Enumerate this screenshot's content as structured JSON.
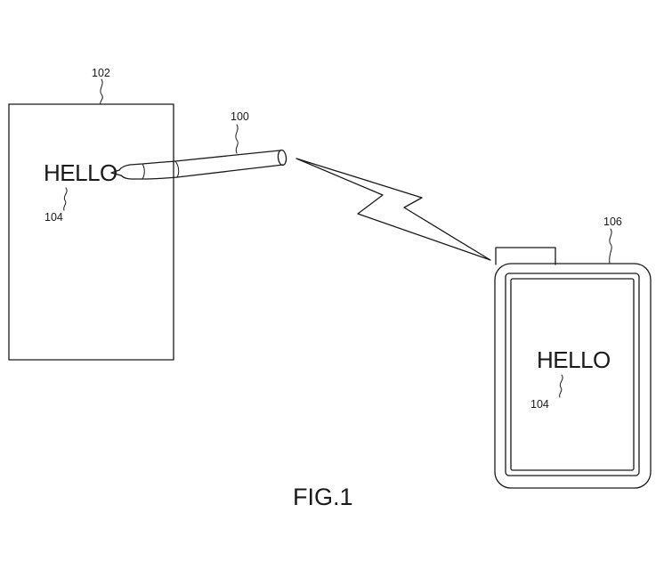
{
  "figure": {
    "caption": "FIG.1"
  },
  "paper": {
    "ref_label": "102",
    "written_text": "HELLO",
    "text_ref_label": "104"
  },
  "stylus": {
    "ref_label": "100"
  },
  "device": {
    "ref_label": "106",
    "display_text": "HELLO",
    "text_ref_label": "104"
  }
}
